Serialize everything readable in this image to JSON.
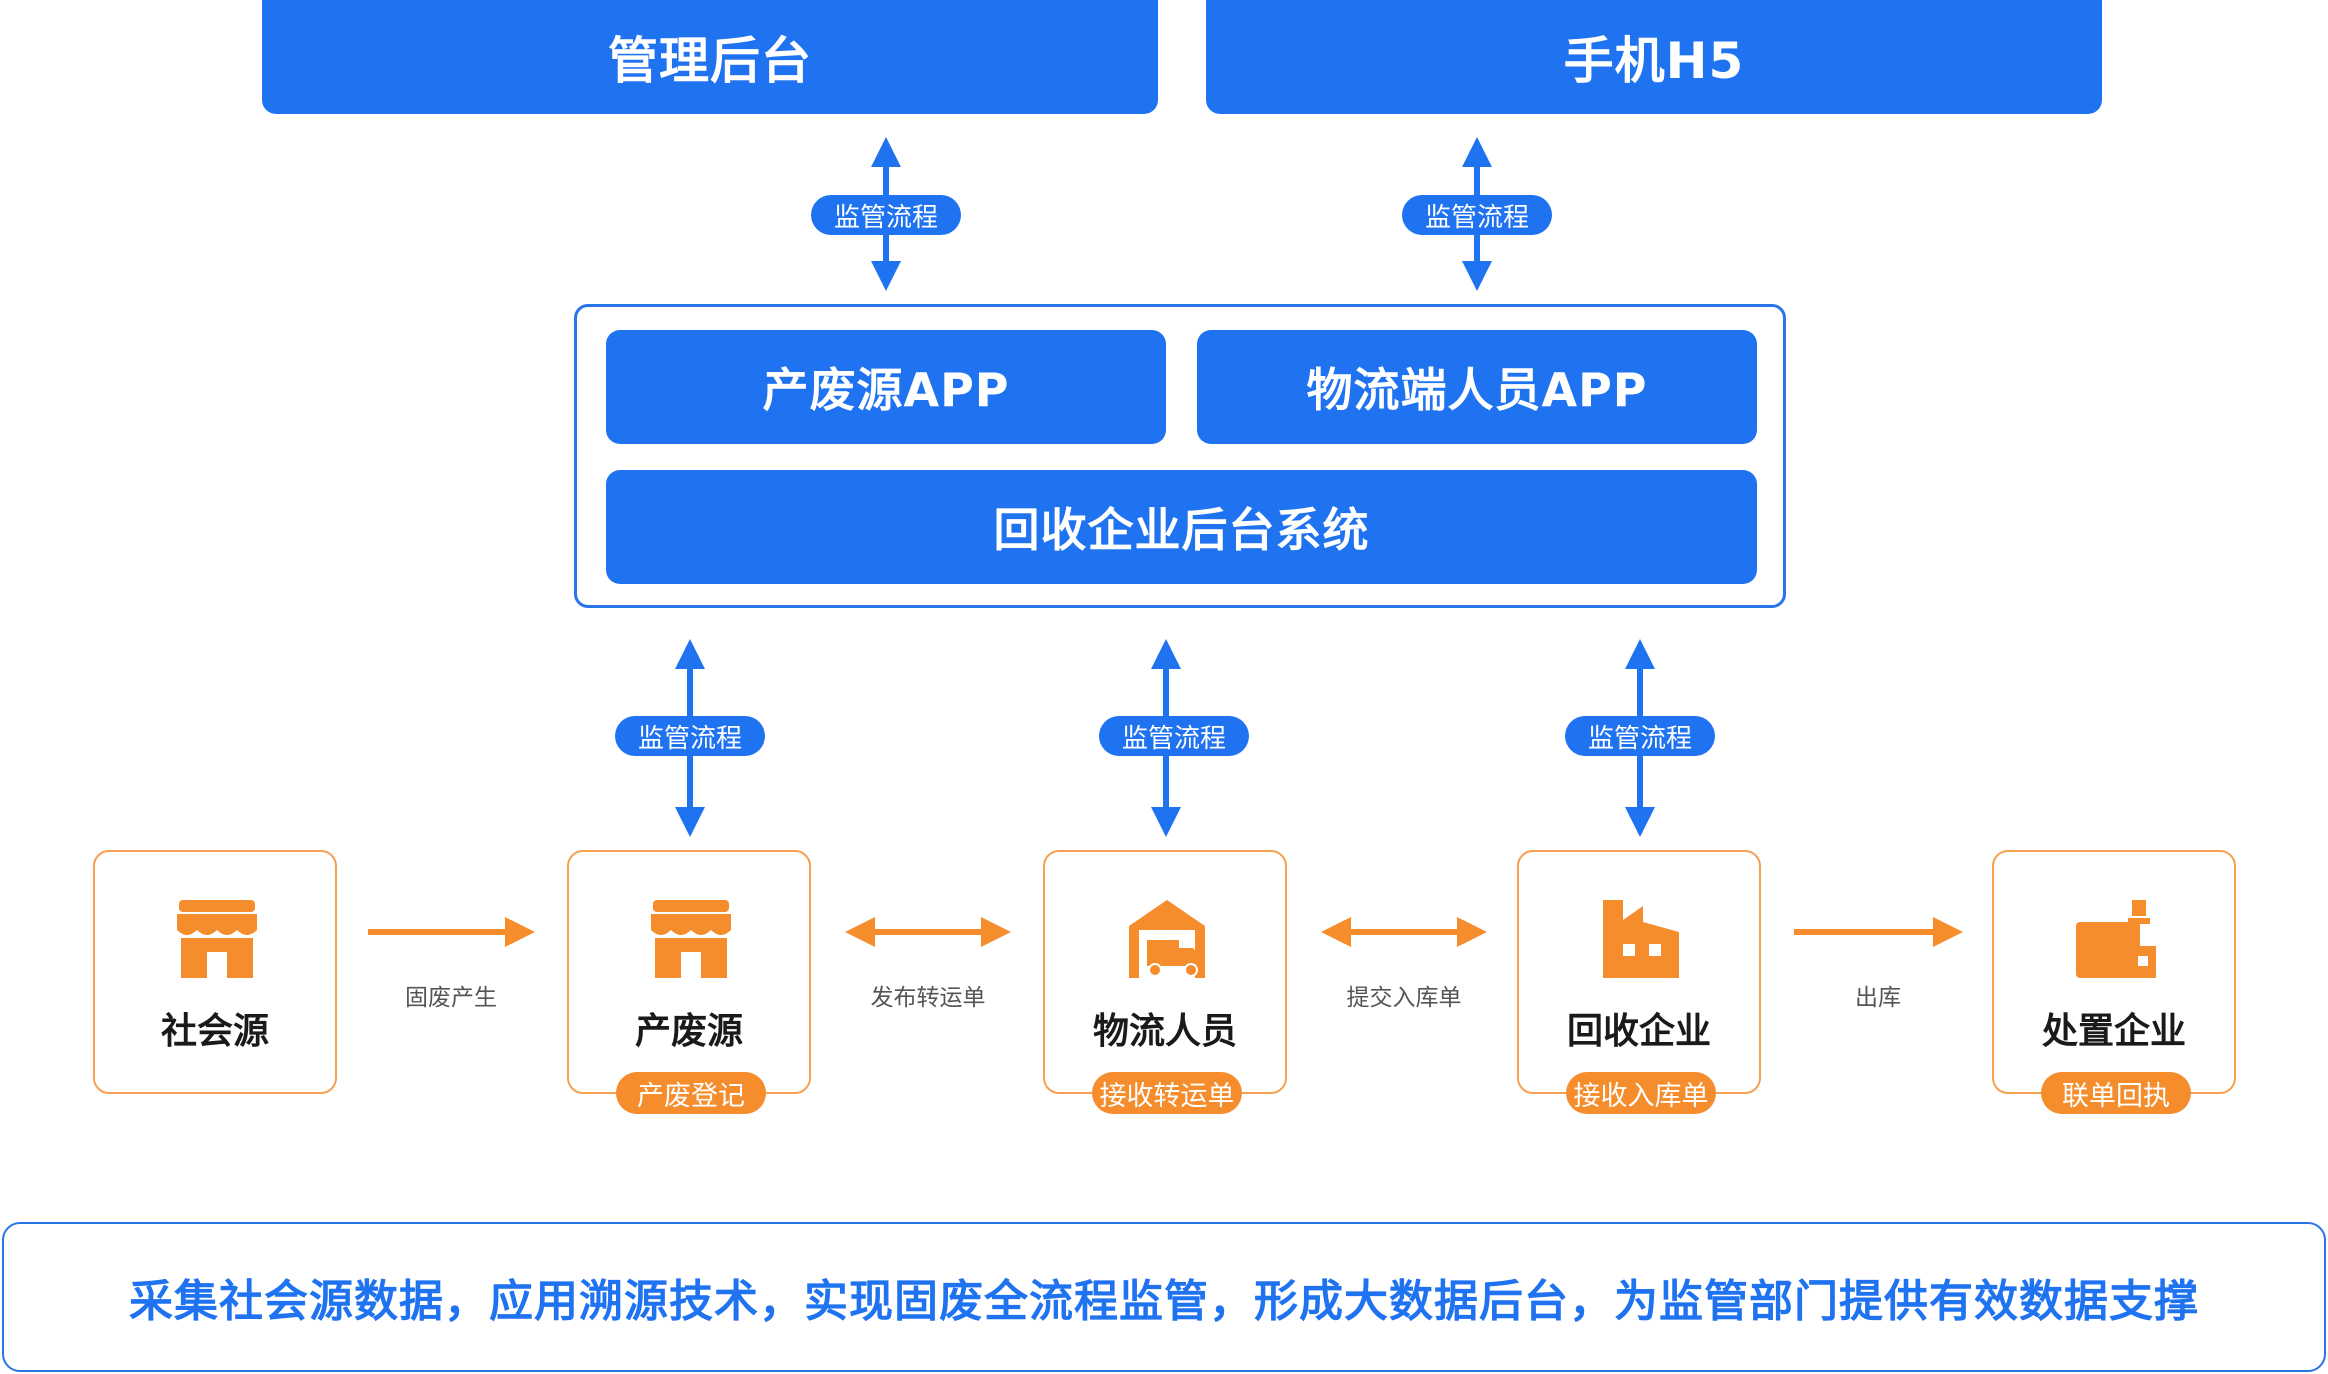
{
  "colors": {
    "blue": "#1f73f1",
    "orange": "#f58d2d",
    "orange_border": "#f6a150"
  },
  "top": {
    "admin_label": "管理后台",
    "h5_label": "手机H5"
  },
  "middle": {
    "source_app_label": "产废源APP",
    "logistics_app_label": "物流端人员APP",
    "recycling_system_label": "回收企业后台系统"
  },
  "supervision_label": "监管流程",
  "nodes": [
    {
      "title": "社会源",
      "icon": "shop-icon",
      "tag": ""
    },
    {
      "title": "产废源",
      "icon": "shop-icon",
      "tag": "产废登记"
    },
    {
      "title": "物流人员",
      "icon": "truck-icon",
      "tag": "接收转运单"
    },
    {
      "title": "回收企业",
      "icon": "factory-icon",
      "tag": "接收入库单"
    },
    {
      "title": "处置企业",
      "icon": "plant-icon",
      "tag": "联单回执"
    }
  ],
  "flows": [
    "固废产生",
    "发布转运单",
    "提交入库单",
    "出库"
  ],
  "footer": {
    "summary": "采集社会源数据，应用溯源技术，实现固废全流程监管，形成大数据后台，为监管部门提供有效数据支撑"
  }
}
